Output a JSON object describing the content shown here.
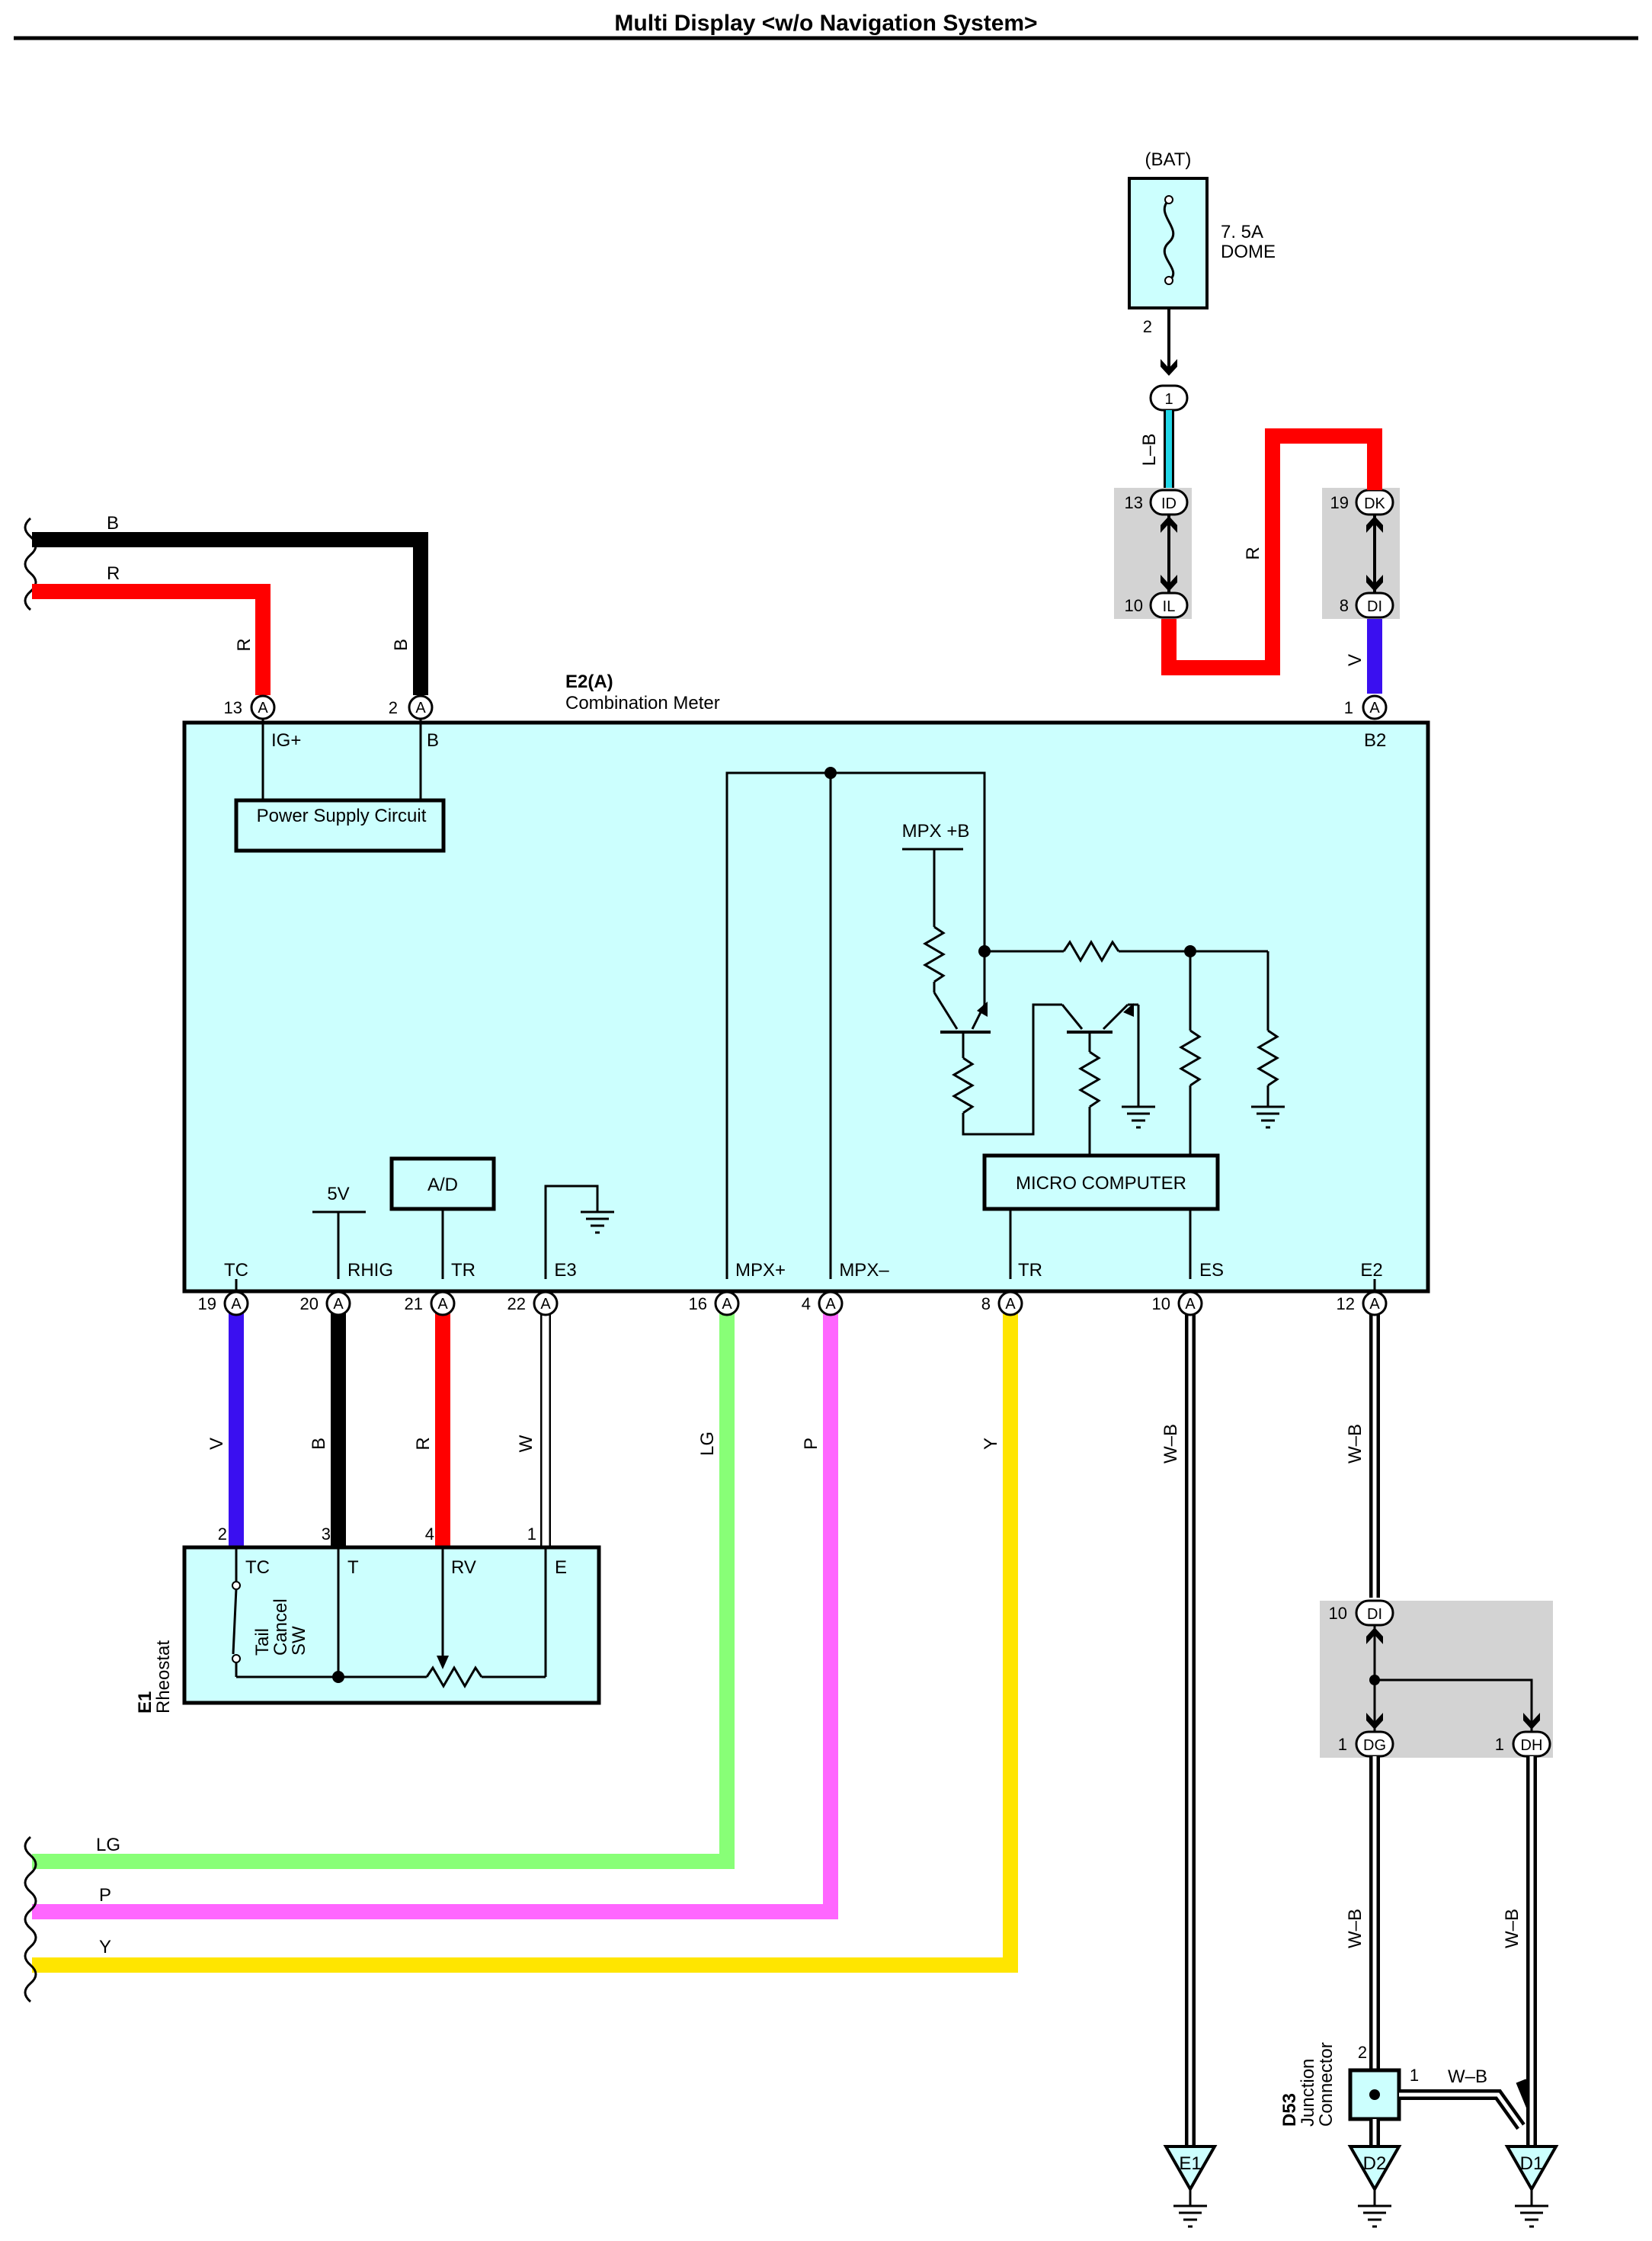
{
  "title": "Multi Display <w/o Navigation System>",
  "fuse": {
    "source": "(BAT)",
    "rating": "7. 5A",
    "name": "DOME",
    "pin": "2"
  },
  "junction_pin_1": "1",
  "wires": {
    "b": "B",
    "r": "R",
    "lb": "L–B",
    "v": "V",
    "w": "W",
    "lg": "LG",
    "p": "P",
    "y": "Y",
    "wb": "W–B"
  },
  "connectors": {
    "id": {
      "code": "ID",
      "pin": "13"
    },
    "il": {
      "code": "IL",
      "pin": "10"
    },
    "dk": {
      "code": "DK",
      "pin": "19"
    },
    "di_top": {
      "code": "DI",
      "pin": "8"
    },
    "di_bottom": {
      "code": "DI",
      "pin": "10"
    },
    "dg": {
      "code": "DG",
      "pin": "1"
    },
    "dh": {
      "code": "DH",
      "pin": "1"
    },
    "a": "A"
  },
  "meter": {
    "id": "E2(A)",
    "name": "Combination Meter",
    "power_supply": "Power Supply Circuit",
    "ad": "A/D",
    "micro": "MICRO COMPUTER",
    "mpx_b": "MPX +B",
    "five_v": "5V",
    "top_pins": [
      {
        "num": "13",
        "label": "IG+"
      },
      {
        "num": "2",
        "label": "B"
      },
      {
        "num": "1",
        "label": "B2"
      }
    ],
    "bottom_pins": [
      {
        "num": "19",
        "label": "TC"
      },
      {
        "num": "20",
        "label": "RHIG"
      },
      {
        "num": "21",
        "label": "TR"
      },
      {
        "num": "22",
        "label": "E3"
      },
      {
        "num": "16",
        "label": "MPX+"
      },
      {
        "num": "4",
        "label": "MPX–"
      },
      {
        "num": "8",
        "label": "TR"
      },
      {
        "num": "10",
        "label": "ES"
      },
      {
        "num": "12",
        "label": "E2"
      }
    ]
  },
  "rheostat": {
    "id": "E1",
    "name": "Rheostat",
    "switch": [
      "Tail",
      "Cancel",
      "SW"
    ],
    "pins": [
      {
        "num": "2",
        "label": "TC"
      },
      {
        "num": "3",
        "label": "T"
      },
      {
        "num": "4",
        "label": "RV"
      },
      {
        "num": "1",
        "label": "E"
      }
    ]
  },
  "junction": {
    "id": "D53",
    "name": [
      "Junction",
      "Connector"
    ],
    "pin_2": "2"
  },
  "grounds": [
    "E1",
    "D2",
    "D1"
  ],
  "colors": {
    "panel": "#ccfffe",
    "red": "#ff0000",
    "black": "#000000",
    "violet": "#3a0ff0",
    "light_blue": "#22d7e8",
    "light_green": "#88ff77",
    "pink": "#ff66ff",
    "yellow": "#ffe500",
    "shade": "#d3d3d3"
  }
}
